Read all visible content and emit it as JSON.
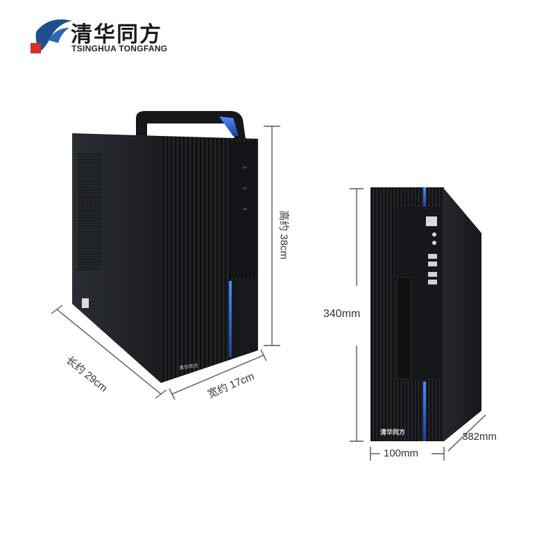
{
  "brand": {
    "name_cn": "清华同方",
    "name_en": "TSINGHUA TONGFANG",
    "logo_colors": {
      "blue": "#1d4f8f",
      "red": "#d62d2a"
    }
  },
  "tower_pc": {
    "height_label": "高约 38cm",
    "length_label": "长约 29cm",
    "width_label": "宽约 17cm",
    "badge_text": "清华同方"
  },
  "sff_pc": {
    "height_label": "340mm",
    "width_label": "100mm",
    "depth_label": "382mm",
    "badge_text": "清华同方"
  },
  "colors": {
    "case_dark": "#1c1e22",
    "accent_blue": "#2f63d6"
  }
}
